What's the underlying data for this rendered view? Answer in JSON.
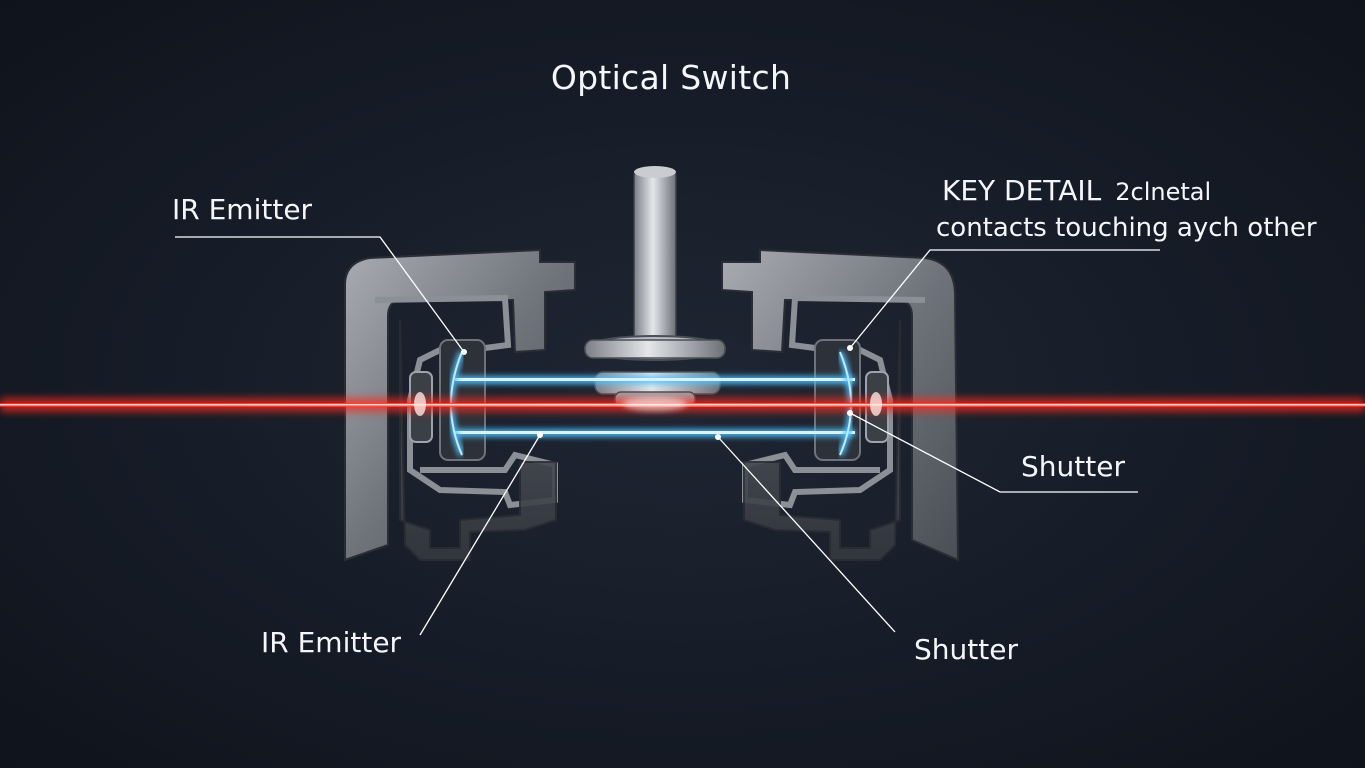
{
  "title": "Optical Switch",
  "labels": {
    "ir_emitter_top": "IR Emitter",
    "ir_emitter_bottom": "IR Emitter",
    "shutter_right": "Shutter",
    "shutter_bottom": "Shutter",
    "key_detail_heading": "KEY DETAIL",
    "key_detail_suffix": "2clnetal",
    "key_detail_line2": "contacts touching aych other"
  },
  "colors": {
    "background": "#161c27",
    "laser": "#ff2a1f",
    "ir_beam": "#4fc3ff",
    "housing": "#7a7d83",
    "leader_line": "#ffffff"
  }
}
